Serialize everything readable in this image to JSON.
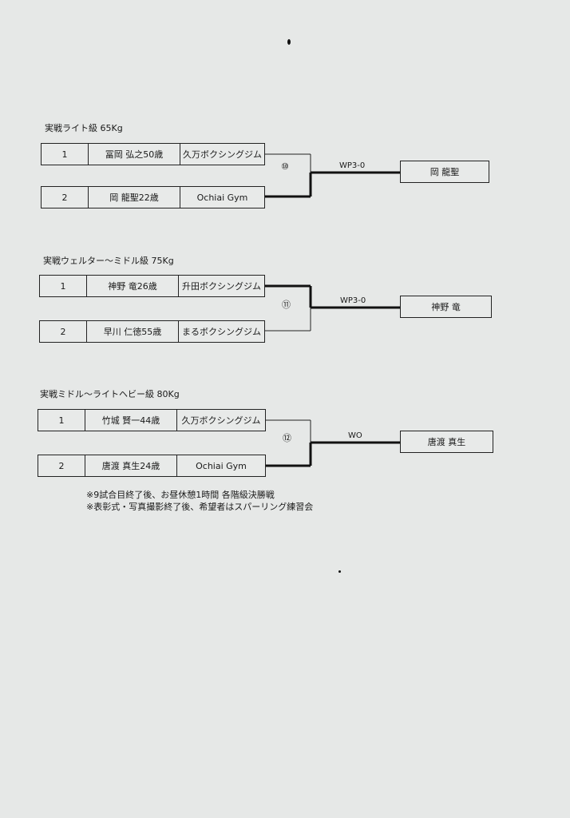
{
  "divisions": [
    {
      "title": "実戦ライト級 65Kg",
      "bout": "⑩",
      "result": "WP3-0",
      "winner": "岡 龍聖",
      "fighters": [
        {
          "no": "1",
          "name": "冨岡 弘之50歳",
          "gym": "久万ボクシングジム"
        },
        {
          "no": "2",
          "name": "岡 龍聖22歳",
          "gym": "Ochiai Gym"
        }
      ]
    },
    {
      "title": "実戦ウェルター～ミドル級 75Kg",
      "bout": "⑪",
      "result": "WP3-0",
      "winner": "神野 竜",
      "fighters": [
        {
          "no": "1",
          "name": "神野 竜26歳",
          "gym": "升田ボクシングジム"
        },
        {
          "no": "2",
          "name": "早川 仁徳55歳",
          "gym": "まるボクシングジム"
        }
      ]
    },
    {
      "title": "実戦ミドル～ライトヘビー級 80Kg",
      "bout": "⑫",
      "result": "WO",
      "winner": "唐渡 真生",
      "fighters": [
        {
          "no": "1",
          "name": "竹城 賢一44歳",
          "gym": "久万ボクシングジム"
        },
        {
          "no": "2",
          "name": "唐渡 真生24歳",
          "gym": "Ochiai Gym"
        }
      ]
    }
  ],
  "notes": [
    "※9試合目終了後、お昼休憩1時間 各階級決勝戦",
    "※表彰式・写真撮影終了後、希望者はスパーリング練習会"
  ]
}
